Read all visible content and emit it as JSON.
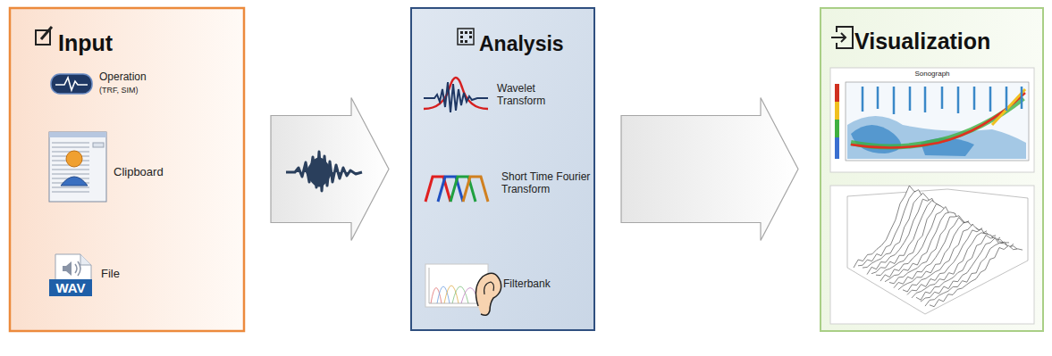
{
  "diagram": {
    "nodes": [
      {
        "text": [
          "Input"
        ]
      },
      {
        "text": [
          "Analysis"
        ]
      },
      {
        "text": [
          "Visualization"
        ]
      }
    ],
    "edges": [
      {
        "from": 0,
        "to": 1,
        "arrow": "to"
      },
      {
        "from": 1,
        "to": 2,
        "arrow": "to"
      }
    ],
    "labels": [
      "Operation",
      "(TRF, SIM)",
      "Clipboard",
      "WAV",
      "File",
      "Wavelet Transform",
      "Short Time Fourier Transform",
      "Filterbank",
      "Sonograph"
    ]
  }
}
